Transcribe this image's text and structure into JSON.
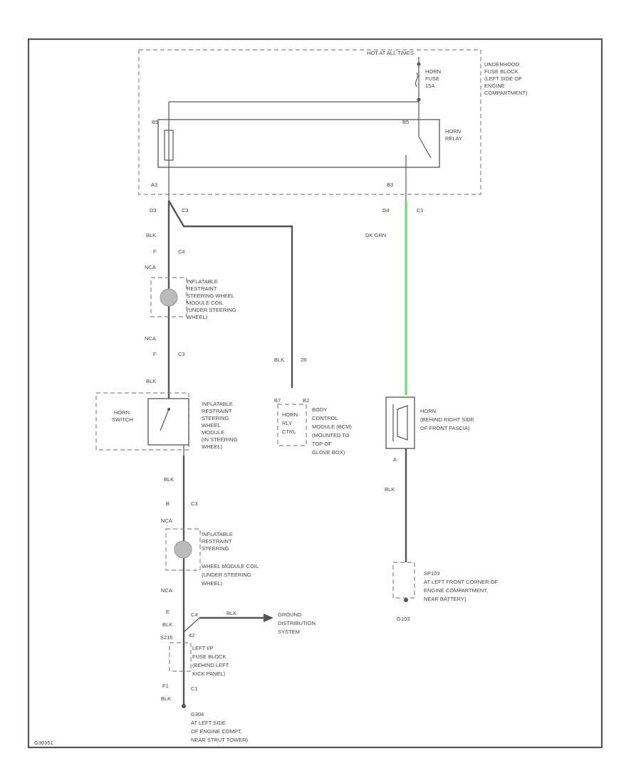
{
  "colors": {
    "wire": "#555555",
    "green_wire": "#66dd66",
    "frame": "#555555"
  },
  "labels": {
    "hot_at_all_times": "HOT AT ALL TIMES",
    "horn_fuse": [
      "HORN",
      "FUSE",
      "15A"
    ],
    "fuse_block": [
      "UNDERHOOD",
      "FUSE BLOCK",
      "(LEFT SIDE OF",
      "ENGINE",
      "COMPARTMENT)"
    ],
    "horn_relay": [
      "HORN",
      "RELAY"
    ],
    "relay_pin_left": "B5",
    "relay_pin_right": "B5",
    "pin_a3": "A3",
    "pin_b3": "B3",
    "conn_d3": "D3",
    "conn_c3_top": "C3",
    "conn_d4": "D4",
    "conn_c1": "C1",
    "blk_1": "BLK",
    "pin_f": "F",
    "conn_c4": "C4",
    "nca_1": "NCA",
    "coil_1": [
      "INFLATABLE",
      "RESTRAINT",
      "STEERING WHEEL",
      "MODULE COIL",
      "(UNDER STEERING",
      "WHEEL)"
    ],
    "nca_2": "NCA",
    "pin_f2": "F",
    "conn_c3_mid": "C3",
    "blk_2": "BLK",
    "horn_switch": [
      "HORN",
      "SWITCH"
    ],
    "sw_module": [
      "INFLATABLE",
      "RESTRAINT",
      "STEERING",
      "WHEEL",
      "MODULE",
      "(IN STEERING",
      "WHEEL)"
    ],
    "blk_28": "BLK",
    "num_28": "28",
    "bcm_pins_left": "B7",
    "bcm_pins_right": "B2",
    "bcm_inner": [
      "HORN",
      "RLY",
      "CTRL"
    ],
    "bcm": [
      "BODY",
      "CONTROL",
      "MODULE (BCM)",
      "(MOUNTED TO",
      "TOP OF",
      "GLOVE BOX)"
    ],
    "dk_grn": "DK GRN",
    "horn": [
      "HORN",
      "(BEHIND RIGHT SIDE",
      "OF FRONT FASCIA)"
    ],
    "pin_a": "A",
    "blk_3": "BLK",
    "blk_4": "BLK",
    "pin_b": "B",
    "conn_c3_low": "C3",
    "nca_3": "NCA",
    "coil_2": [
      "INFLATABLE",
      "RESTRAINT",
      "STEERING",
      "WHEEL MODULE COIL",
      "(UNDER STEERING",
      "WHEEL)"
    ],
    "nca_4": "NCA",
    "pin_e": "E",
    "c4_low": "C4",
    "blk_low": "BLK",
    "blk_arrow": "BLK",
    "ground_dist": [
      "GROUND",
      "DISTRIBUTION",
      "SYSTEM"
    ],
    "s_left": "S215",
    "num_42": "42",
    "ip_fuse": [
      "LEFT I/P",
      "FUSE BLOCK",
      "(BEHIND LEFT",
      "KICK PANEL)"
    ],
    "pin_f1": "F1",
    "c1_low": "C1",
    "blk_5": "BLK",
    "g_left": [
      "G304",
      "AT LEFT SIDE",
      "OF ENGINE COMPT,",
      "NEAR STRUT TOWER)"
    ],
    "sp_right": [
      "SP103",
      "AT LEFT FRONT CORNER OF",
      "ENGINE COMPARTMENT,",
      "NEAR BATTERY)"
    ],
    "g_right": "G103",
    "fig_id": "G30351"
  }
}
